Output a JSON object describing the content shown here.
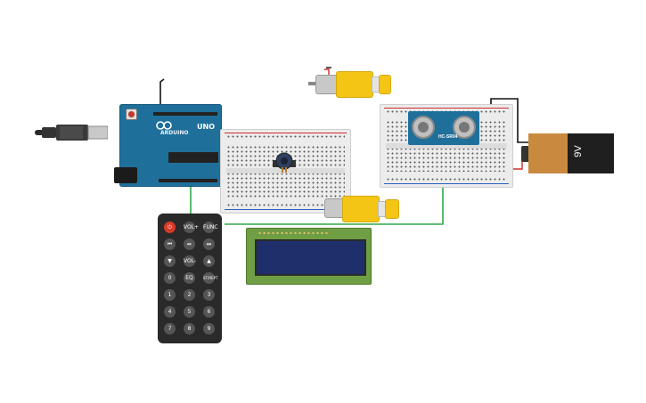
{
  "arduino": {
    "model": "UNO",
    "logo": "ARDUINO"
  },
  "remote": {
    "buttons": [
      {
        "label": "⏻",
        "icon": "power-icon"
      },
      {
        "label": "VOL+"
      },
      {
        "label": "FUNC"
      },
      {
        "label": "⏮",
        "icon": "prev-icon"
      },
      {
        "label": "⏯",
        "icon": "play-pause-icon"
      },
      {
        "label": "⏭",
        "icon": "next-icon"
      },
      {
        "label": "▼",
        "icon": "down-icon"
      },
      {
        "label": "VOL-"
      },
      {
        "label": "▲",
        "icon": "up-icon"
      },
      {
        "label": "0"
      },
      {
        "label": "EQ"
      },
      {
        "label": "ST/REPT"
      },
      {
        "label": "1"
      },
      {
        "label": "2"
      },
      {
        "label": "3"
      },
      {
        "label": "4"
      },
      {
        "label": "5"
      },
      {
        "label": "6"
      },
      {
        "label": "7"
      },
      {
        "label": "8"
      },
      {
        "label": "9"
      }
    ]
  },
  "sensor": {
    "model": "HC-SR04"
  },
  "battery": {
    "label": "9V"
  },
  "colors": {
    "board_blue": "#1f6f9b",
    "motor_yellow": "#f4c515",
    "lcd_green": "#6f9e44",
    "lcd_screen": "#1e2f6b",
    "wire_green": "#2fa84a",
    "wire_black": "#111111",
    "wire_red": "#d12b2b"
  }
}
